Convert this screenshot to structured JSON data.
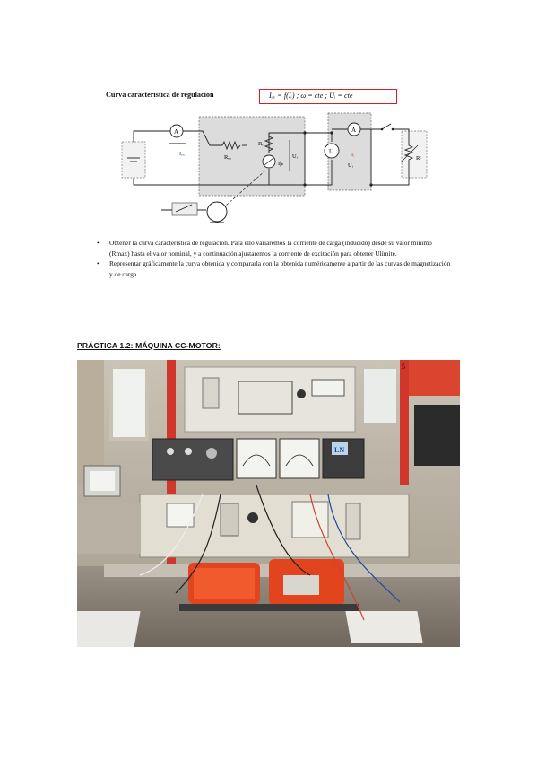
{
  "regulation": {
    "title": "Curva característica de regulación",
    "formula": "I_ex = f(I_i) ;  ω = cte ;   U_i = cte",
    "formula_display": "Iₑₓ = f(Iᵢ) ;  ω = cte ;   Uᵢ = cte"
  },
  "circuit": {
    "labels": {
      "iex": "Iₑₓ",
      "rex": "Rₑₓ",
      "ri": "Rᵢ",
      "ui": "Uᵢ",
      "ii": "Iᵢ",
      "ib": "I|ₚ",
      "rc": "Rᶜ",
      "ammeter": "A",
      "voltmeter": "U"
    }
  },
  "bullets": [
    "Obtener la curva característica de regulación. Para ello variaremos la corriente de carga (inducido) desde su valor mínimo (Rmax) hasta el valor nominal, y a continuación ajustaremos la corriente de excitación para obtener Ulímite.",
    "Representar gráficamente la curva obtenida y compararla con la obtenida numéricamente a partir de las curvas de magnetización y de carga."
  ],
  "practice": {
    "heading": "PRÁCTICA 1.2: MÁQUINA CC-MOTOR:"
  },
  "photo": {
    "panel_number": "5",
    "logo": "LN"
  }
}
